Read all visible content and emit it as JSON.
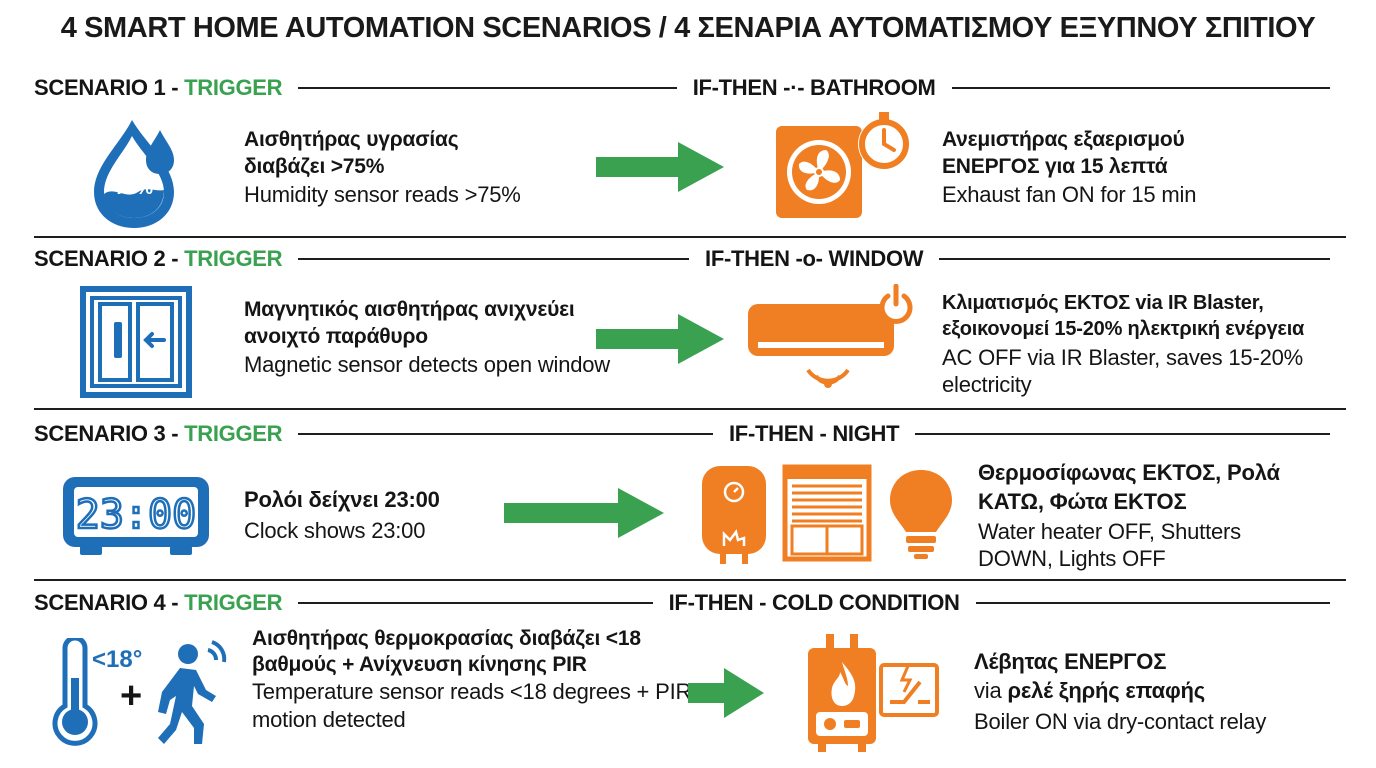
{
  "title": "4 SMART HOME AUTOMATION SCENARIOS / 4 ΣΕΝΑΡΙΑ ΑΥΤΟΜΑΤΙΣΜΟΥ ΕΞΥΠΝΟΥ ΣΠΙΤΙΟΥ",
  "colors": {
    "blue": "#1f6fb8",
    "orange": "#f07e22",
    "green": "#3aa150",
    "dark": "#1e1e1e"
  },
  "scenarios": [
    {
      "label": "SCENARIO 1 - ",
      "trigger": "TRIGGER",
      "mid": "IF-THEN -·- BATHROOM",
      "trigger_icon": "humidity-drop-icon",
      "badge": "75%",
      "trigger_gr": "Αισθητήρας υγρασίας διαβάζει >75%",
      "trigger_en": "Humidity sensor reads >75%",
      "action_icon": "exhaust-fan-timer-icon",
      "action_gr": "Ανεμιστήρας εξαερισμού ΕΝΕΡΓΟΣ για 15 λεπτά",
      "action_en": "Exhaust fan ON for 15 min"
    },
    {
      "label": "SCENARIO 2 - ",
      "trigger": "TRIGGER",
      "mid": "IF-THEN -o- WINDOW",
      "trigger_icon": "window-sensor-icon",
      "trigger_gr": "Μαγνητικός αισθητήρας ανιχνεύει ανοιχτό παράθυρο",
      "trigger_en": "Magnetic sensor detects open window",
      "action_icon": "air-conditioner-icon",
      "action_gr": "Κλιματισμός ΕΚΤΟΣ via IR Blaster, εξοικονομεί 15-20% ηλεκτρική ενέργεια",
      "action_en": "AC OFF via IR Blaster, saves 15-20% electricity"
    },
    {
      "label": "SCENARIO 3 - ",
      "trigger": "TRIGGER",
      "mid": "IF-THEN - NIGHT",
      "trigger_icon": "digital-clock-icon",
      "clock": "23:00",
      "trigger_gr": "Ρολόι δείχνει 23:00",
      "trigger_en": "Clock shows 23:00",
      "action_icons": [
        "water-heater-icon",
        "shutters-icon",
        "light-bulb-icon"
      ],
      "action_gr": "Θερμοσίφωνας ΕΚΤΟΣ, Ρολά ΚΑΤΩ, Φώτα ΕΚΤΟΣ",
      "action_en": "Water heater OFF, Shutters DOWN, Lights OFF"
    },
    {
      "label": "SCENARIO 4 - ",
      "trigger": "TRIGGER",
      "mid": "IF-THEN - COLD CONDITION",
      "trigger_icons": [
        "thermometer-icon",
        "motion-person-icon"
      ],
      "temp": "<18°",
      "plus": "+",
      "trigger_gr": "Αισθητήρας θερμοκρασίας διαβάζει <18 βαθμούς + Ανίχνευση κίνησης PIR",
      "trigger_en": "Temperature sensor reads <18 degrees + PIR motion detected",
      "action_icons": [
        "boiler-icon",
        "relay-icon"
      ],
      "action_gr": "Λέβητας ΕΝΕΡΓΟΣ",
      "action_via": "via ",
      "action_gr2": "ρελέ ξηρής επαφής",
      "action_en": "Boiler ON via dry-contact relay"
    }
  ]
}
